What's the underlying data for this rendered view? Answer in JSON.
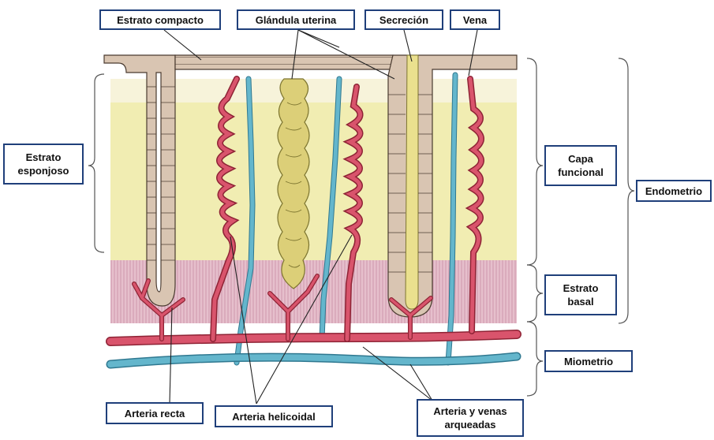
{
  "labels": {
    "estrato_compacto": "Estrato compacto",
    "glandula_uterina": "Glándula uterina",
    "secrecion": "Secreción",
    "vena": "Vena",
    "estrato_esponjoso_1": "Estrato",
    "estrato_esponjoso_2": "esponjoso",
    "capa_funcional_1": "Capa",
    "capa_funcional_2": "funcional",
    "endometrio": "Endometrio",
    "estrato_basal_1": "Estrato",
    "estrato_basal_2": "basal",
    "miometrio": "Miometrio",
    "arteria_recta": "Arteria recta",
    "arteria_helicoidal": "Arteria helicoidal",
    "arterias_venas_1": "Arteria y venas",
    "arterias_venas_2": "arqueadas"
  },
  "colors": {
    "label_border": "#1f3f7a",
    "artery": "#d9546c",
    "artery_outline": "#8e2335",
    "vein": "#64b6cc",
    "vein_outline": "#2f7890",
    "gland": "#dccf78",
    "gland_outline": "#7d7530",
    "epithelium": "#d8c4b0",
    "epithelium_outline": "#4a3b30",
    "spongy_layer": "#f1edb2",
    "compact_layer": "#f7f3da",
    "basal_layer": "#e4bcca",
    "secretion": "#eae08e"
  }
}
